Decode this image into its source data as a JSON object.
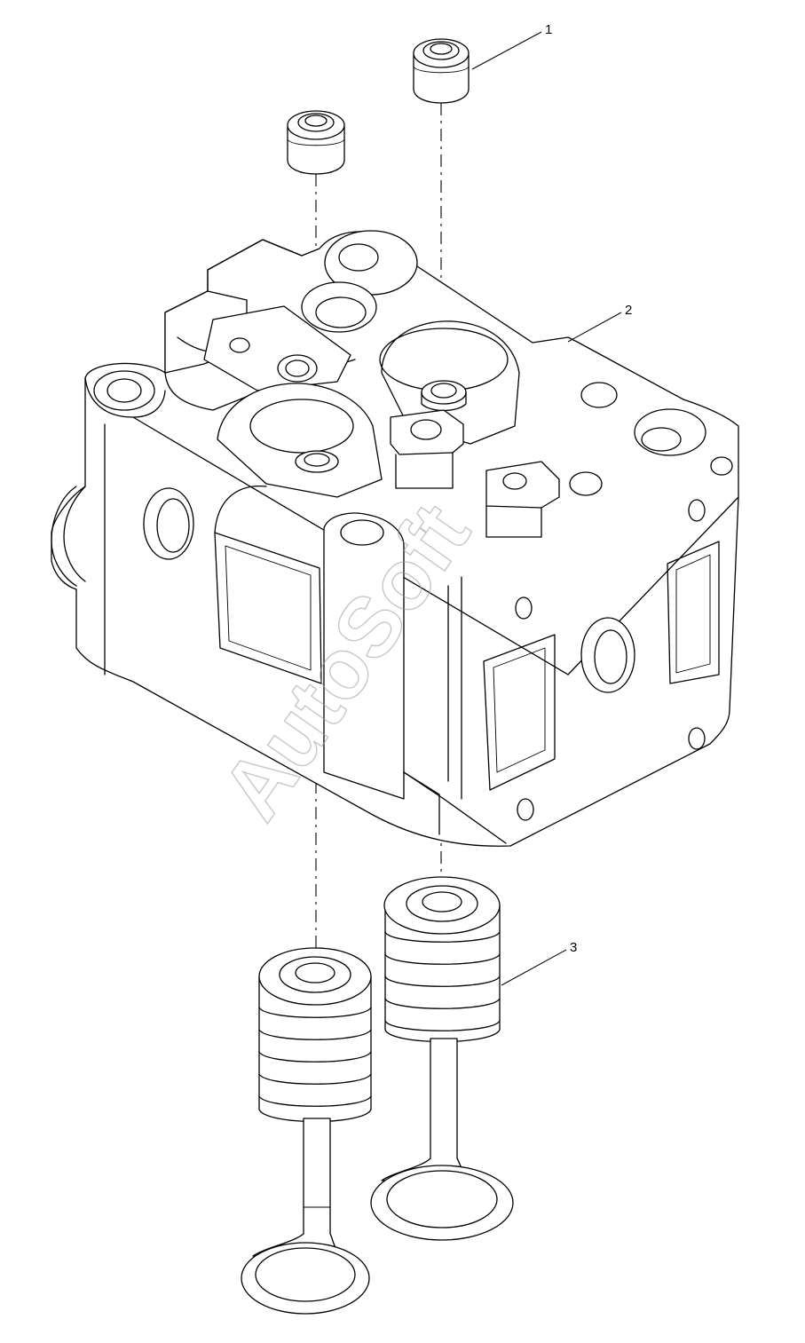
{
  "callouts": [
    {
      "id": "1",
      "label": "1"
    },
    {
      "id": "2",
      "label": "2"
    },
    {
      "id": "3",
      "label": "3"
    }
  ],
  "watermark": "AutoSoft",
  "colors": {
    "line": "#000000",
    "background": "#ffffff",
    "watermark": "#9a9a9a"
  }
}
